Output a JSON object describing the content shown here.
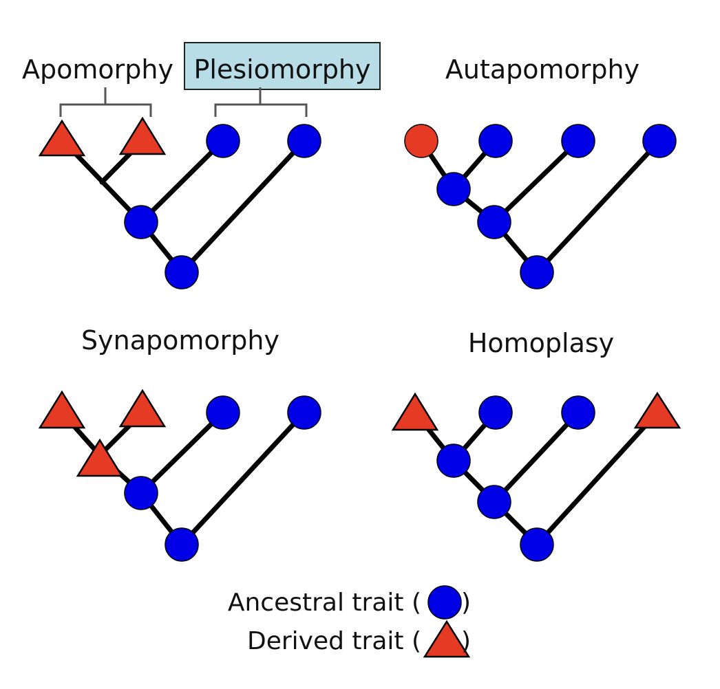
{
  "colors": {
    "ancestral": "#0000e6",
    "derived": "#e53a24",
    "autapomorphy_tip": "#e53a24",
    "highlight_box": "#b8dde6",
    "branch": "#000000"
  },
  "panels": {
    "plesiomorphy_panel": {
      "label_apomorphy": "Apomorphy",
      "label_plesiomorphy": "Plesiomorphy",
      "tips": [
        "derived",
        "derived",
        "ancestral",
        "ancestral"
      ],
      "internal_nodes": [
        "ancestral",
        "ancestral"
      ]
    },
    "autapomorphy_panel": {
      "title": "Autapomorphy",
      "tips": [
        "autapomorphy",
        "ancestral",
        "ancestral",
        "ancestral"
      ],
      "internal_nodes": [
        "ancestral",
        "ancestral",
        "ancestral"
      ]
    },
    "synapomorphy_panel": {
      "title": "Synapomorphy",
      "tips": [
        "derived",
        "derived",
        "ancestral",
        "ancestral"
      ],
      "internal_nodes": [
        "derived",
        "ancestral",
        "ancestral"
      ]
    },
    "homoplasy_panel": {
      "title": "Homoplasy",
      "tips": [
        "derived",
        "ancestral",
        "ancestral",
        "derived"
      ],
      "internal_nodes": [
        "ancestral",
        "ancestral",
        "ancestral"
      ]
    }
  },
  "legend": {
    "ancestral_label": "Ancestral trait (",
    "ancestral_close": ")",
    "derived_label": "Derived trait (",
    "derived_close": ")"
  }
}
